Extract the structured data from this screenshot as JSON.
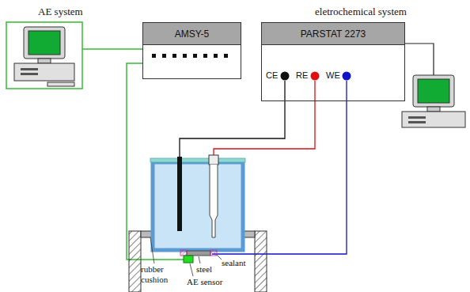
{
  "diagram": {
    "nodes": [
      {
        "text": [
          "AMSY-5"
        ]
      },
      {
        "text": [
          "PARSTAT 2273"
        ]
      }
    ],
    "labels": [
      "AE system",
      "eletrochemical system",
      "CE",
      "RE",
      "WE",
      "rubber cushion",
      "sealant",
      "steel",
      "AE sensor"
    ]
  }
}
